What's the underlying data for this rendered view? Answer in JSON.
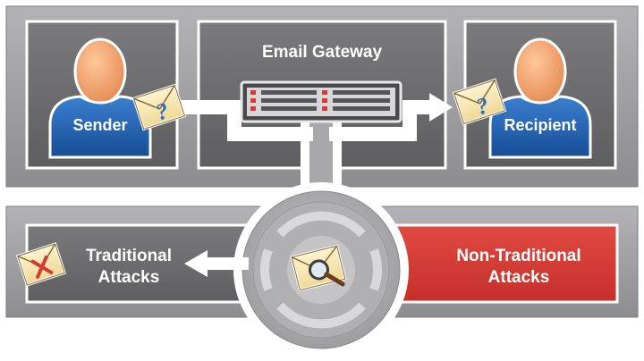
{
  "gateway": {
    "title": "Email Gateway"
  },
  "sender": {
    "label": "Sender"
  },
  "recipient": {
    "label": "Recipient"
  },
  "attacks": {
    "traditional": {
      "line1": "Traditional",
      "line2": "Attacks"
    },
    "non_traditional": {
      "line1": "Non-Traditional",
      "line2": "Attacks"
    }
  },
  "icons": {
    "sender_email": "envelope-question-icon",
    "recipient_email": "envelope-question-icon",
    "blocked_email": "envelope-x-icon",
    "inspected_email": "envelope-magnifier-icon",
    "gateway_device": "server-appliance-icon",
    "sender_avatar": "person-icon",
    "recipient_avatar": "person-icon"
  },
  "colors": {
    "frame_gray": "#9a9a9c",
    "panel_dark": "#6a6a6c",
    "accent_red": "#d53a33",
    "person_head": "#f0a36f",
    "person_body": "#1f5fb0"
  }
}
